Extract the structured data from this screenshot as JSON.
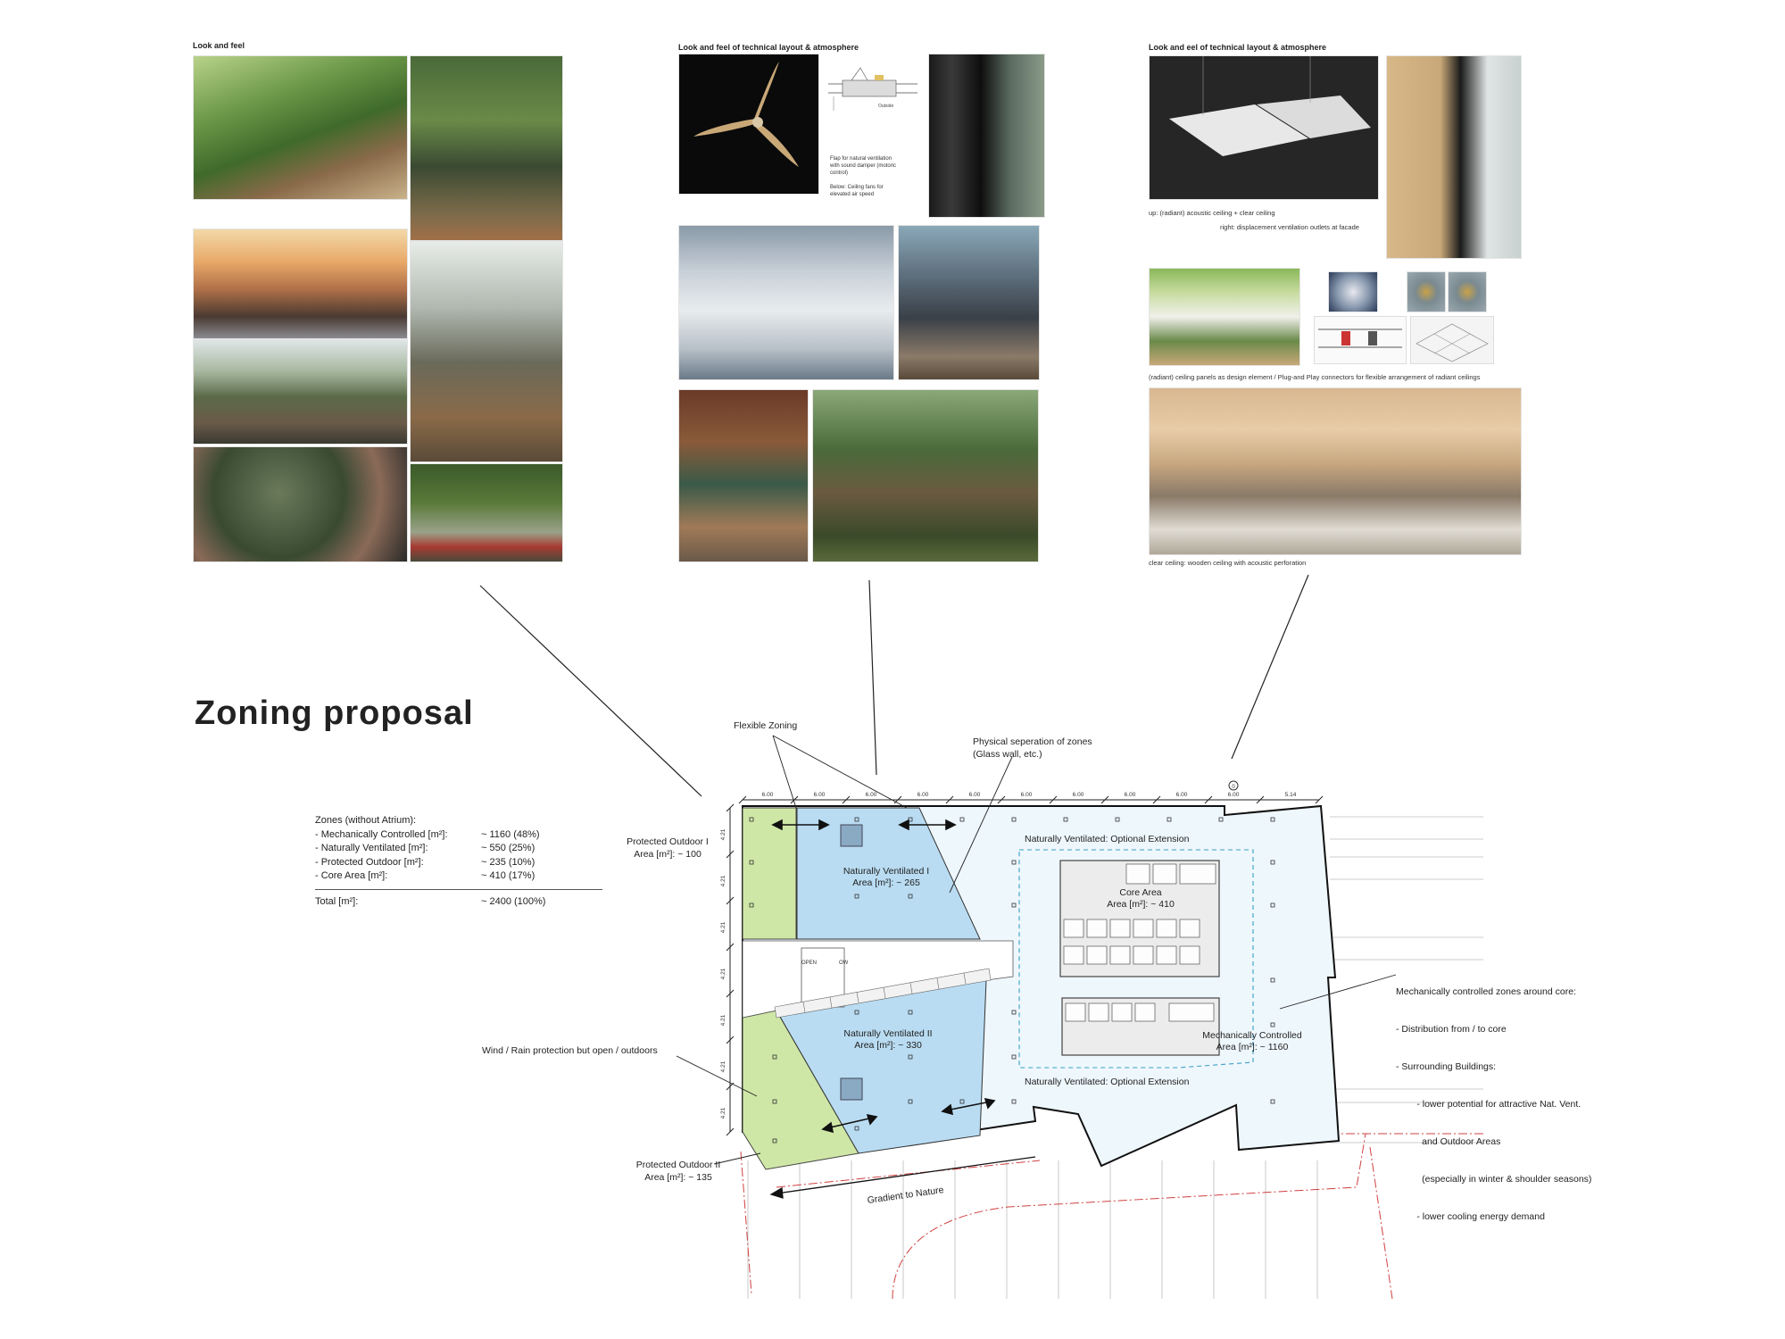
{
  "panels": {
    "left": {
      "title": "Look and feel"
    },
    "middle": {
      "title": "Look and feel of technical layout & atmosphere",
      "caption_lines": [
        "Flap for natural ventilation",
        "with sound damper (motoric",
        "control)",
        "",
        "Below: Ceiling fans for",
        "elevated air speed"
      ],
      "detail_label": "Outside"
    },
    "right": {
      "title": "Look and  eel of technical layout & atmosphere",
      "caption_up": "up: (radiant) acoustic ceiling + clear ceiling",
      "caption_right": "right: displacement ventilation outlets at facade",
      "caption_mid": "(radiant) ceiling panels as design element / Plug-and Play connectors for flexible arrangement of radiant ceilings",
      "caption_bottom": "clear ceiling: wooden ceiling with acoustic perforation"
    }
  },
  "title": "Zoning proposal",
  "zones_table": {
    "heading": "Zones (without Atrium):",
    "rows": [
      {
        "label": "- Mechanically Controlled [m²]:",
        "value": "~ 1160  (48%)"
      },
      {
        "label": "- Naturally Ventilated [m²]:",
        "value": "~ 550  (25%)"
      },
      {
        "label": "- Protected Outdoor [m²]:",
        "value": "~ 235  (10%)"
      },
      {
        "label": "- Core Area [m²]:",
        "value": "~ 410  (17%)"
      }
    ],
    "total_label": "Total [m²]:",
    "total_value": "~ 2400  (100%)"
  },
  "annotations": {
    "flexible_zoning": "Flexible Zoning",
    "physical_separation": [
      "Physical seperation of zones",
      "(Glass wall, etc.)"
    ],
    "protected_outdoor_1": [
      "Protected Outdoor I",
      "Area [m²]: ~ 100"
    ],
    "wind_rain": "Wind / Rain protection but open / outdoors",
    "protected_outdoor_2": [
      "Protected Outdoor II",
      "Area [m²]: ~ 135"
    ],
    "gradient": "Gradient to Nature",
    "mech_note": [
      "Mechanically controlled zones around core:",
      "- Distribution from / to core",
      "- Surrounding Buildings:",
      "        - lower potential for attractive Nat. Vent.",
      "          and Outdoor Areas",
      "          (especially in winter & shoulder seasons)",
      "        - lower cooling energy demand"
    ]
  },
  "plan": {
    "nat_vent_1": [
      "Naturally Ventilated I",
      "Area [m²]: ~ 265"
    ],
    "nat_vent_2": [
      "Naturally Ventilated II",
      "Area [m²]: ~ 330"
    ],
    "core": [
      "Core Area",
      "Area [m²]: ~  410"
    ],
    "mech": [
      "Mechanically Controlled",
      "Area [m²]: ~ 1160"
    ],
    "nat_ext_top": "Naturally Ventilated: Optional Extension",
    "nat_ext_bottom": "Naturally Ventilated: Optional Extension",
    "open_label": "OPEN",
    "open_label2": "OW",
    "dims_top": [
      "6.00",
      "6.00",
      "6.00",
      "6.00",
      "6.00",
      "6.00",
      "6.00",
      "6.00",
      "6.00",
      "6.00",
      "5.14"
    ],
    "dims_left": [
      "4.21",
      "4.21",
      "4.21",
      "4.21",
      "4.21",
      "4.21",
      "4.21"
    ],
    "axis_marker": "0"
  },
  "colors": {
    "nat_vent_blue": "#b9dcf2",
    "outdoor_green": "#cfe7a6",
    "mech_fill": "#eef7fc",
    "core_grey": "#e8e8e8"
  }
}
